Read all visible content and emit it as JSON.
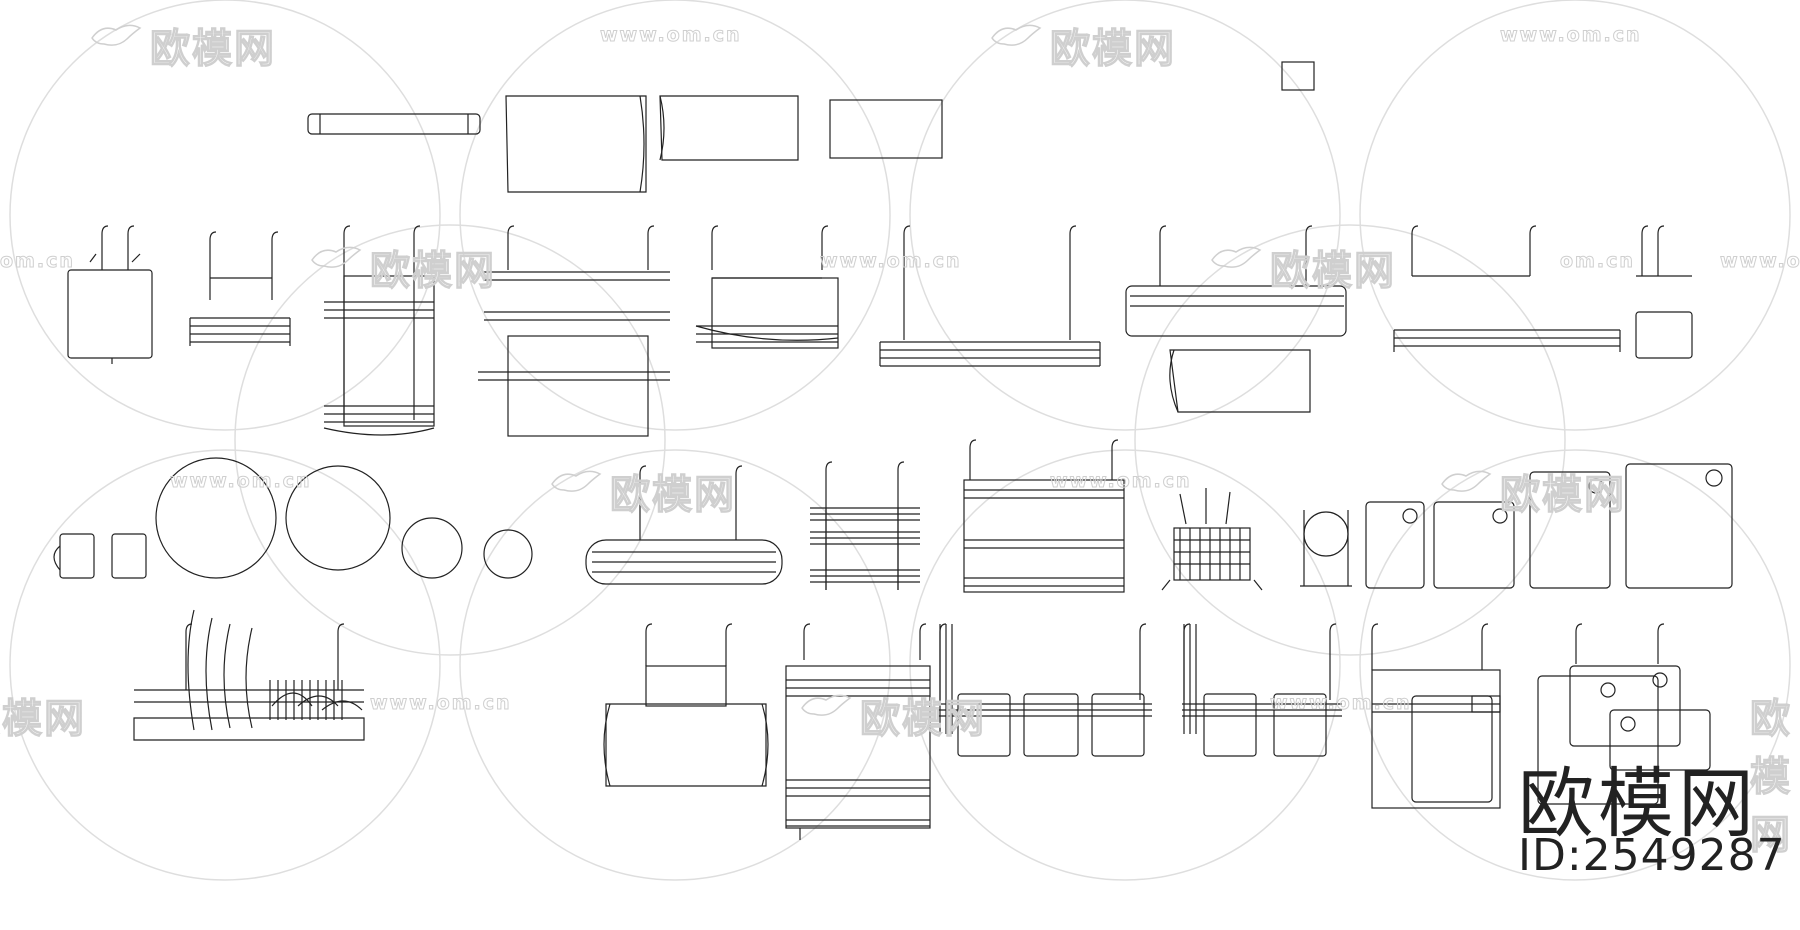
{
  "watermark": {
    "logo_text": "欧模网",
    "url_text": "www.om.cn",
    "partial_logo": "欧模网",
    "partial_url": "om.cn",
    "color": "#cfcfcf"
  },
  "brand": {
    "name": "欧模网",
    "id": "ID:2549287",
    "color": "#222222"
  },
  "drawing": {
    "line_color": "#222222",
    "items": [
      "wrap-roll",
      "paper-towel-large",
      "paper-towel-medium",
      "paper-towel-small",
      "utensil-holder",
      "hanging-dish-rack-small",
      "two-tier-shelf",
      "towel-rack-triple",
      "corner-shelf",
      "long-shelf",
      "shelf-with-paper-roll",
      "wide-shelf",
      "cup-holder",
      "mug",
      "cup",
      "plate-large",
      "plate-medium",
      "plate-small",
      "bowl",
      "oval-basket-rack",
      "triple-tier-rack",
      "double-shelf",
      "cutlery-basket",
      "lid-holder",
      "cutting-board-small-1",
      "cutting-board-small-2",
      "cutting-board-tall-1",
      "cutting-board-tall-2",
      "dish-drying-rack",
      "bread-box-holder",
      "tall-cabinet-rack",
      "utensil-rail-triple",
      "utensil-rail-double",
      "board-rack",
      "cutting-board-stand"
    ]
  }
}
